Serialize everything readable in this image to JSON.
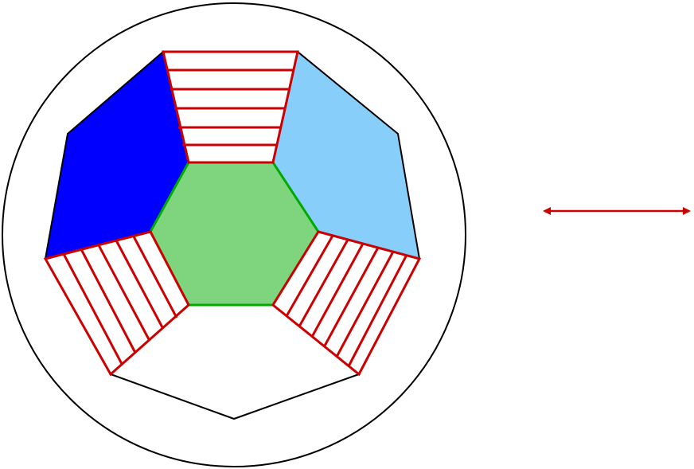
{
  "diagram": {
    "colors": {
      "outline": "#000000",
      "hatch": "#cc0000",
      "center_fill": "#7ed57e",
      "center_stroke": "#00aa00",
      "dark_blue": "#0000ff",
      "light_blue": "#87cefa",
      "white": "#ffffff"
    },
    "shapes": [
      "outer-circle",
      "center-hexagon",
      "dark-blue-panel",
      "light-blue-panel",
      "top-hatched-trapezoid",
      "left-hatched-trapezoid",
      "right-hatched-trapezoid",
      "bottom-white-panel",
      "double-headed-arrow"
    ]
  }
}
